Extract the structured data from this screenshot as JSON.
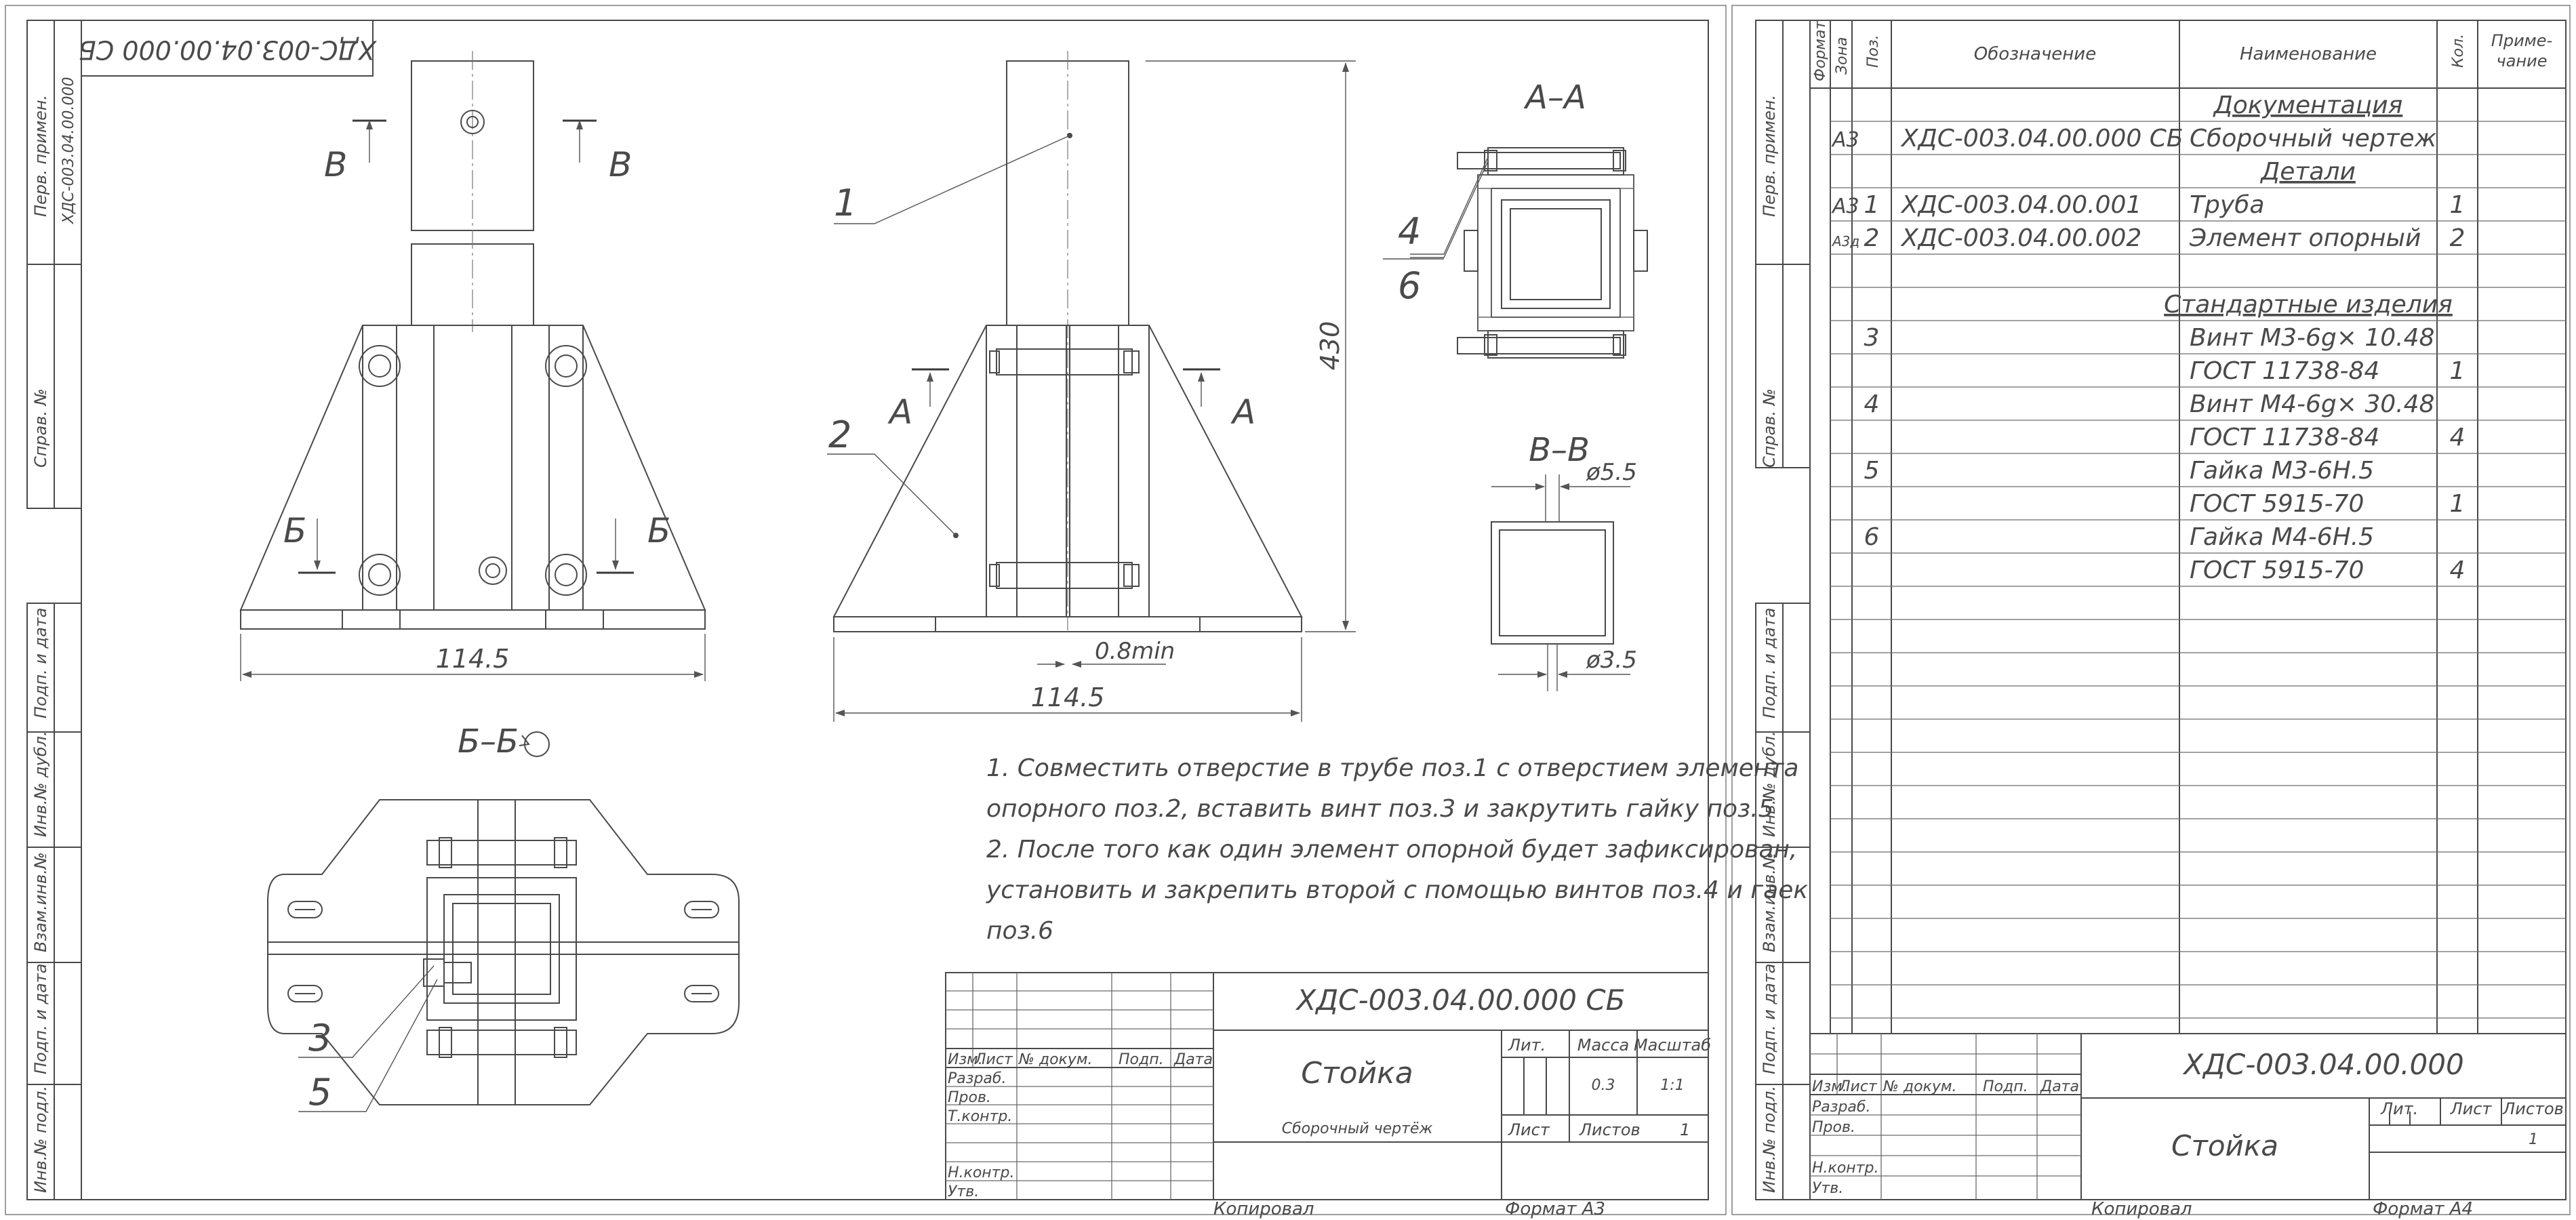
{
  "sheet_a3": {
    "rotated_designation": "ХДС-003.04.00.000 СБ",
    "side_strip": {
      "perv_primen": "Перв. примен.",
      "perv_code": "ХДС-003.04.00.000",
      "sprav": "Справ. №",
      "podp_data": "Подп. и дата",
      "inv_dubl": "Инв.№ дубл.",
      "vzam_inv": "Взам.инв.№",
      "inv_podl": "Инв.№ подл."
    },
    "views": {
      "cut_B": "В",
      "cut_A": "А",
      "cut_Bsh": "Б",
      "section_AA": "А–А",
      "section_VV": "В–В",
      "section_BB": "Б–Б"
    },
    "dims": {
      "width_left": "114.5",
      "width_mid": "114.5",
      "height": "430",
      "gap": "0.8min",
      "hole_top": "ø5.5",
      "hole_bottom": "ø3.5"
    },
    "leaders": {
      "p1": "1",
      "p2": "2",
      "p3": "3",
      "p4": "4",
      "p5": "5",
      "p6": "6"
    },
    "notes": [
      "1.   Совместить отверстие в трубе поз.1 с отверстием элемента",
      "опорного поз.2, вставить винт поз.3 и закрутить гайку поз.5",
      "2.   После того как один элемент опорной будет зафиксирован,",
      "установить и закрепить второй с помощью винтов поз.4 и гаек",
      "поз.6"
    ],
    "title_block": {
      "designation": "ХДС-003.04.00.000 СБ",
      "name": "Стойка",
      "doc_type": "Сборочный чертёж",
      "lit": "Лит.",
      "massa": "Масса",
      "masshtab": "Масштаб",
      "mass_value": "0.3",
      "scale_value": "1:1",
      "list": "Лист",
      "listov": "Листов",
      "listov_value": "1",
      "izm": "Изм.",
      "list_col": "Лист",
      "n_dokum": "№ докум.",
      "podp": "Подп.",
      "data": "Дата",
      "razrab": "Разраб.",
      "prov": "Пров.",
      "tkontr": "Т.контр.",
      "nkontr": "Н.контр.",
      "utv": "Утв."
    },
    "kopiroval": "Копировал",
    "format": "Формат    А3"
  },
  "sheet_a4": {
    "header": {
      "format": "Формат",
      "zona": "Зона",
      "poz": "Поз.",
      "oboznachenie": "Обозначение",
      "naimenovanie": "Наименование",
      "kol": "Кол.",
      "prim1": "Приме-",
      "prim2": "чание"
    },
    "side_strip": {
      "perv_primen": "Перв. примен.",
      "sprav": "Справ. №",
      "podp_data": "Подп. и дата",
      "inv_dubl": "Инв.№ дубл.",
      "vzam_inv": "Взам.инв.№",
      "podp_data2": "Подп. и дата",
      "inv_podl": "Инв.№ подл."
    },
    "rows": [
      {
        "format": "",
        "poz": "",
        "oboz": "",
        "name": "Документация",
        "kol": "",
        "heading": true
      },
      {
        "format": "А3",
        "poz": "",
        "oboz": "ХДС-003.04.00.000 СБ",
        "name": "Сборочный чертеж",
        "kol": "",
        "heading": false
      },
      {
        "format": "",
        "poz": "",
        "oboz": "",
        "name": "Детали",
        "kol": "",
        "heading": true
      },
      {
        "format": "А3",
        "poz": "1",
        "oboz": "ХДС-003.04.00.001",
        "name": "Труба",
        "kol": "1",
        "heading": false
      },
      {
        "format": "А3д",
        "poz": "2",
        "oboz": "ХДС-003.04.00.002",
        "name": "Элемент опорный",
        "kol": "2",
        "heading": false
      },
      {
        "format": "",
        "poz": "",
        "oboz": "",
        "name": "Стандартные изделия",
        "kol": "",
        "heading": true
      },
      {
        "format": "",
        "poz": "3",
        "oboz": "",
        "name": "Винт М3-6g× 10.48",
        "kol": "",
        "heading": false
      },
      {
        "format": "",
        "poz": "",
        "oboz": "",
        "name": "ГОСТ 11738-84",
        "kol": "1",
        "heading": false
      },
      {
        "format": "",
        "poz": "4",
        "oboz": "",
        "name": "Винт М4-6g× 30.48",
        "kol": "",
        "heading": false
      },
      {
        "format": "",
        "poz": "",
        "oboz": "",
        "name": "ГОСТ 11738-84",
        "kol": "4",
        "heading": false
      },
      {
        "format": "",
        "poz": "5",
        "oboz": "",
        "name": "Гайка М3-6Н.5",
        "kol": "",
        "heading": false
      },
      {
        "format": "",
        "poz": "",
        "oboz": "",
        "name": "ГОСТ 5915-70",
        "kol": "1",
        "heading": false
      },
      {
        "format": "",
        "poz": "6",
        "oboz": "",
        "name": "Гайка М4-6Н.5",
        "kol": "",
        "heading": false
      },
      {
        "format": "",
        "poz": "",
        "oboz": "",
        "name": "ГОСТ 5915-70",
        "kol": "4",
        "heading": false
      }
    ],
    "title_block": {
      "designation": "ХДС-003.04.00.000",
      "name": "Стойка",
      "lit": "Лит.",
      "list": "Лист",
      "listov": "Листов",
      "listov_value": "1",
      "izm": "Изм.",
      "list_col": "Лист",
      "n_dokum": "№ докум.",
      "podp": "Подп.",
      "data": "Дата",
      "razrab": "Разраб.",
      "prov": "Пров.",
      "nkontr": "Н.контр.",
      "utv": "Утв."
    },
    "kopiroval": "Копировал",
    "format": "Формат   А4"
  }
}
